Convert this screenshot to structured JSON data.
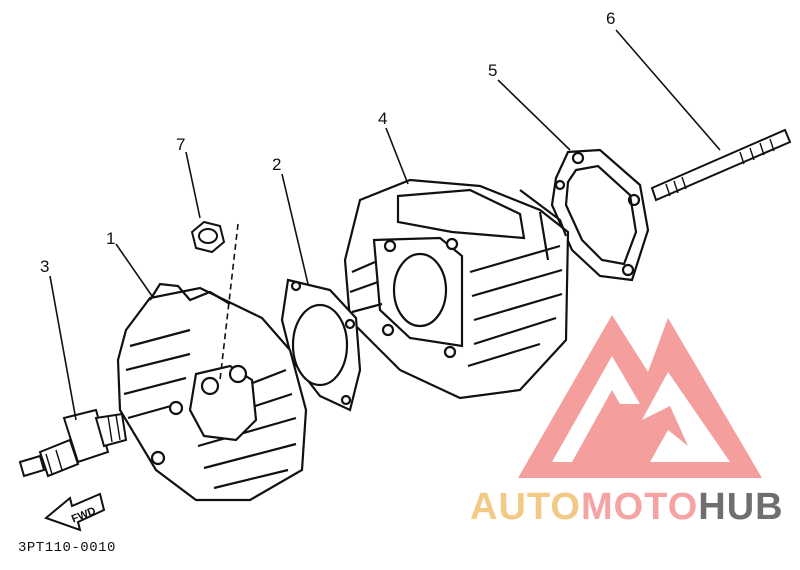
{
  "callouts": [
    "1",
    "2",
    "3",
    "4",
    "5",
    "6",
    "7"
  ],
  "direction_label": "FWD",
  "diagram_code": "3PT110-0010",
  "watermark": {
    "part1": "AUTO",
    "part2": "MOTO",
    "part3": "HUB",
    "colors": {
      "auto": "#f4c987",
      "moto": "#f5a3a3",
      "hub": "#6f6f6f",
      "logo": "#f27e7e"
    }
  }
}
